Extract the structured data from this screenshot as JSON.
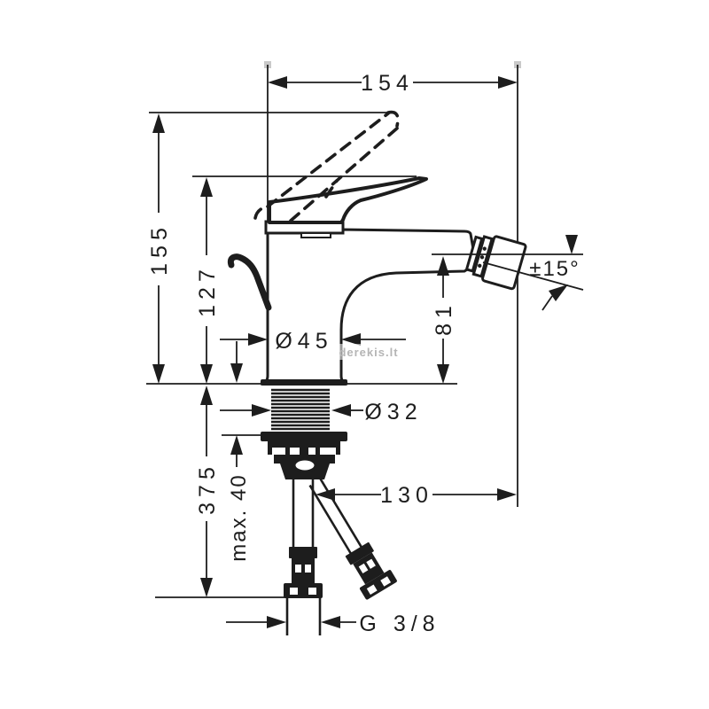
{
  "drawing": {
    "type": "technical-dimension-drawing",
    "subject": "single-lever bidet mixer faucet, side view with mounting hardware and supply hoses",
    "watermark": "derekis.lt",
    "dimensions": {
      "overall_depth": "154",
      "total_height": "155",
      "handle_height": "127",
      "body_diameter": "Ø45",
      "shank_diameter": "Ø32",
      "spout_height": "81",
      "aerator_angle": "±15°",
      "hose_length": "375",
      "max_deck_thickness": "max. 40",
      "hose_offset": "130",
      "thread_size": "G 3/8"
    },
    "colors": {
      "line": "#1d1d1d",
      "background": "#ffffff",
      "watermark": "#b5b5b5",
      "anchor_square": "#c9c9c9"
    }
  }
}
